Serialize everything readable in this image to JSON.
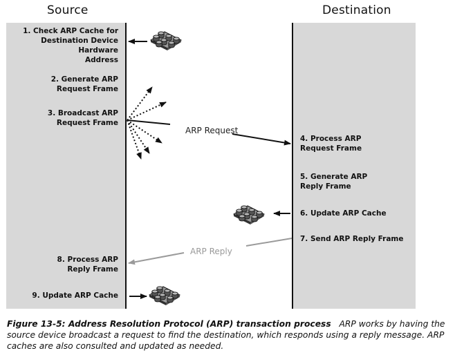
{
  "columns": {
    "source": "Source",
    "destination": "Destination"
  },
  "source_steps": [
    "1. Check ARP Cache for\nDestination Device Hardware\nAddress",
    "2. Generate ARP\nRequest Frame",
    "3. Broadcast ARP\nRequest Frame",
    "8. Process ARP\nReply Frame",
    "9. Update ARP Cache"
  ],
  "destination_steps": [
    "4. Process ARP\nRequest Frame",
    "5. Generate ARP\nReply Frame",
    "6. Update ARP Cache",
    "7. Send ARP Reply Frame"
  ],
  "messages": {
    "request": "ARP Request",
    "reply": "ARP Reply"
  },
  "icons": [
    "arp-cache-icon",
    "arp-cache-icon",
    "arp-cache-icon"
  ],
  "colors": {
    "column": "#d8d8d8",
    "request_arrow": "#111111",
    "reply_arrow": "#9a9a9a"
  },
  "caption": {
    "title": "Figure 13-5: Address Resolution Protocol (ARP) transaction process",
    "body": "ARP works by having the source device broadcast a request to find the destination, which responds using a reply message. ARP caches are also consulted and updated as needed."
  }
}
